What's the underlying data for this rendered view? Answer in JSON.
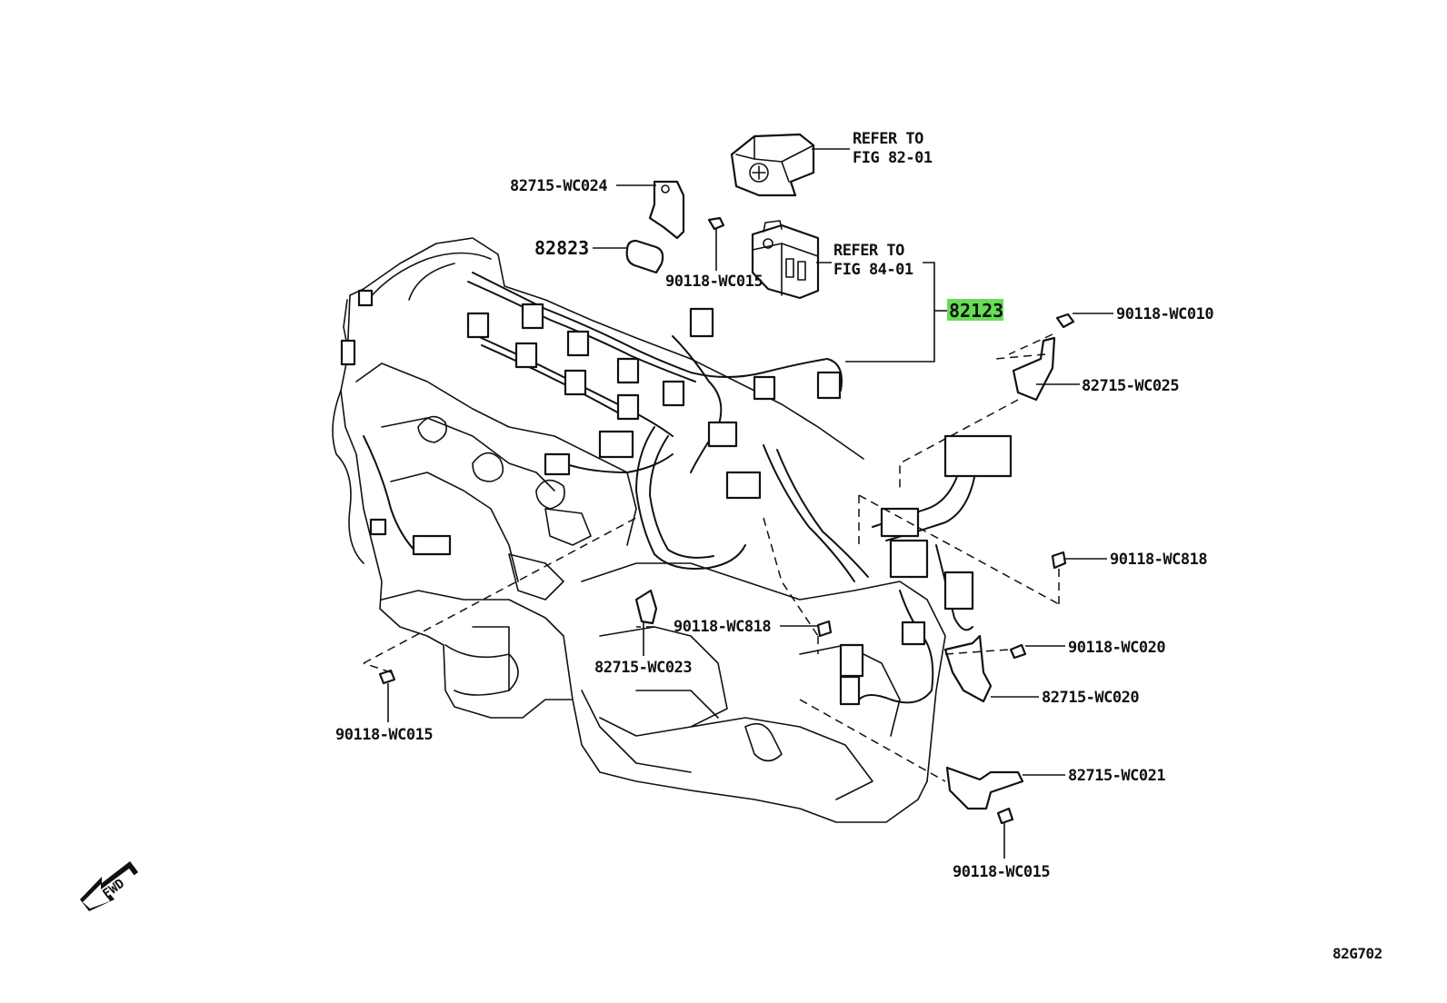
{
  "diagram": {
    "code": "82G702",
    "fwd_label": "FWD",
    "highlight_color": "#66dd55",
    "labels": {
      "refer_82_line1": "REFER TO",
      "refer_82_line2": "FIG 82-01",
      "refer_84_line1": "REFER TO",
      "refer_84_line2": "FIG 84-01",
      "p82715_wc024": "82715-WC024",
      "p82823": "82823",
      "p90118_wc015_top": "90118-WC015",
      "p82123": "82123",
      "p90118_wc010": "90118-WC010",
      "p82715_wc025": "82715-WC025",
      "p90118_wc818_right": "90118-WC818",
      "p90118_wc818_mid": "90118-WC818",
      "p82715_wc023": "82715-WC023",
      "p90118_wc020": "90118-WC020",
      "p82715_wc020": "82715-WC020",
      "p90118_wc015_left": "90118-WC015",
      "p82715_wc021": "82715-WC021",
      "p90118_wc015_bottom": "90118-WC015"
    }
  }
}
